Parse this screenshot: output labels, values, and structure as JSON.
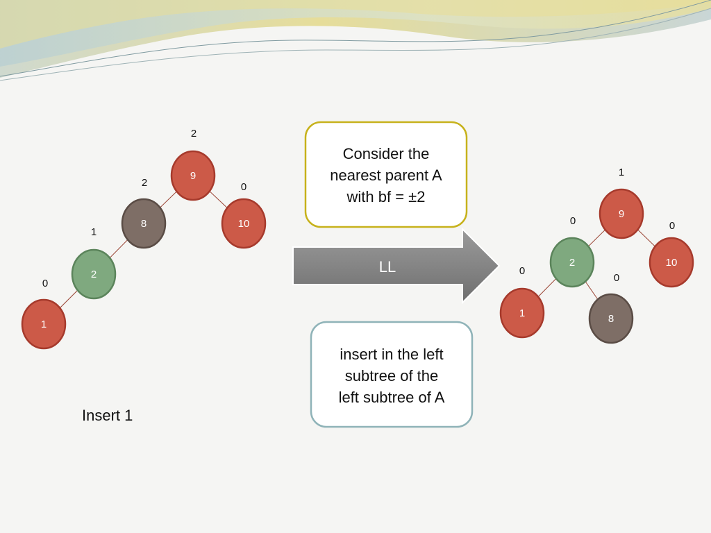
{
  "colors": {
    "red_node": "#cc5a48",
    "red_stroke": "#a63a2c",
    "brown_node": "#7e6e66",
    "brown_stroke": "#5a4c45",
    "green_node": "#7fa97f",
    "green_stroke": "#5b845b",
    "edge": "#9b4636",
    "box1_border": "#c7b21c",
    "box2_border": "#8fb3b8",
    "arrow_fill": "#8a8a8a"
  },
  "left_tree": {
    "nodes": {
      "n9": "9",
      "n8": "8",
      "n10": "10",
      "n2": "2",
      "n1": "1"
    },
    "balance": {
      "n9": "2",
      "n8": "2",
      "n10": "0",
      "n2": "1",
      "n1": "0"
    }
  },
  "right_tree": {
    "nodes": {
      "n9": "9",
      "n2": "2",
      "n10": "10",
      "n1": "1",
      "n8": "8"
    },
    "balance": {
      "n9": "1",
      "n2": "0",
      "n10": "0",
      "n1": "0",
      "n8": "0"
    }
  },
  "boxes": {
    "consider": [
      "Consider the",
      "nearest parent A",
      "with bf = ±2"
    ],
    "insert_rule": [
      "insert in the left",
      "subtree of the",
      "left subtree of A"
    ]
  },
  "arrow_label": "LL",
  "caption": "Insert 1"
}
